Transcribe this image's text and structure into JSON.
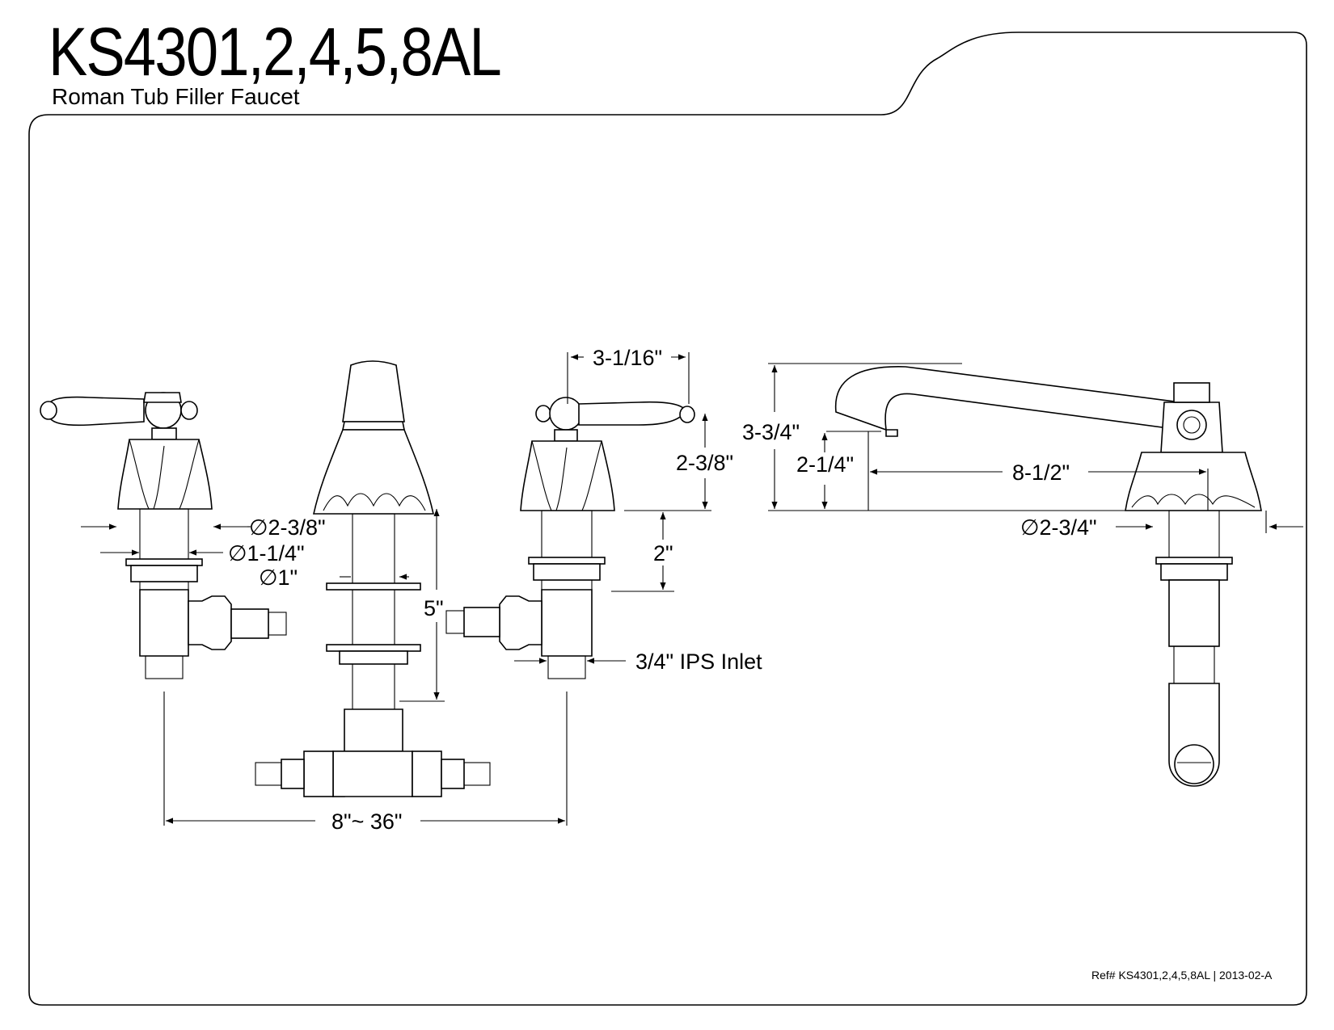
{
  "header": {
    "model": "KS4301,2,4,5,8AL",
    "product_name": "Roman Tub Filler Faucet"
  },
  "dimensions": {
    "spout_width": "3-1/16\"",
    "valve_height": "2-3/8\"",
    "overall_height": "3-3/4\"",
    "spout_clearance": "2-1/4\"",
    "spout_reach": "8-1/2\"",
    "flange_diameter": "∅2-3/8\"",
    "shank_diameter": "∅1-1/4\"",
    "spout_shank_diameter": "∅1\"",
    "shank_length": "5\"",
    "valve_shank_length": "2\"",
    "spout_base_diameter": "∅2-3/4\"",
    "inlet": "3/4\" IPS Inlet",
    "center_spread": "8\"~ 36\""
  },
  "footer": {
    "reference": "Ref# KS4301,2,4,5,8AL | 2013-02-A"
  }
}
